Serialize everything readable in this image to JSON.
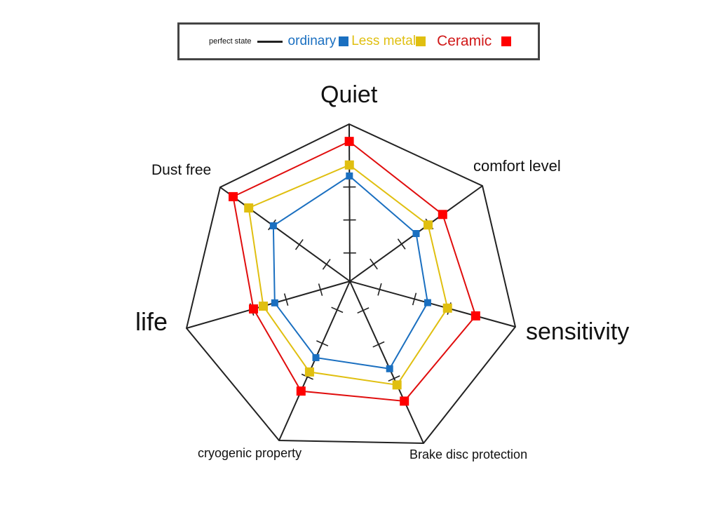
{
  "chart_data": {
    "type": "radar",
    "title": "",
    "axes": [
      "Quiet",
      "comfort level",
      "sensitivity",
      "Brake disc protection",
      "cryogenic property",
      "life",
      "Dust free"
    ],
    "range": [
      0,
      10
    ],
    "legend": {
      "position": "top",
      "perfect_label": "perfect state",
      "entries": [
        {
          "name": "ordinary",
          "color": "#1a6fc0"
        },
        {
          "name": "Less metal",
          "color": "#e0bf10"
        },
        {
          "name": "Ceramic",
          "color": "#e00d0d"
        }
      ]
    },
    "perfect_state": [
      10,
      10,
      10,
      10,
      10,
      10,
      10
    ],
    "series": [
      {
        "name": "ordinary",
        "color": "#1a6fc0",
        "values": [
          6.7,
          5.0,
          4.7,
          5.4,
          4.8,
          4.6,
          5.9
        ]
      },
      {
        "name": "Less metal",
        "color": "#e0bf10",
        "values": [
          7.4,
          5.9,
          5.9,
          6.4,
          5.7,
          5.3,
          7.8
        ]
      },
      {
        "name": "Ceramic",
        "color": "#e00d0d",
        "values": [
          8.9,
          7.0,
          7.6,
          7.4,
          6.9,
          5.9,
          9.0
        ]
      }
    ]
  }
}
